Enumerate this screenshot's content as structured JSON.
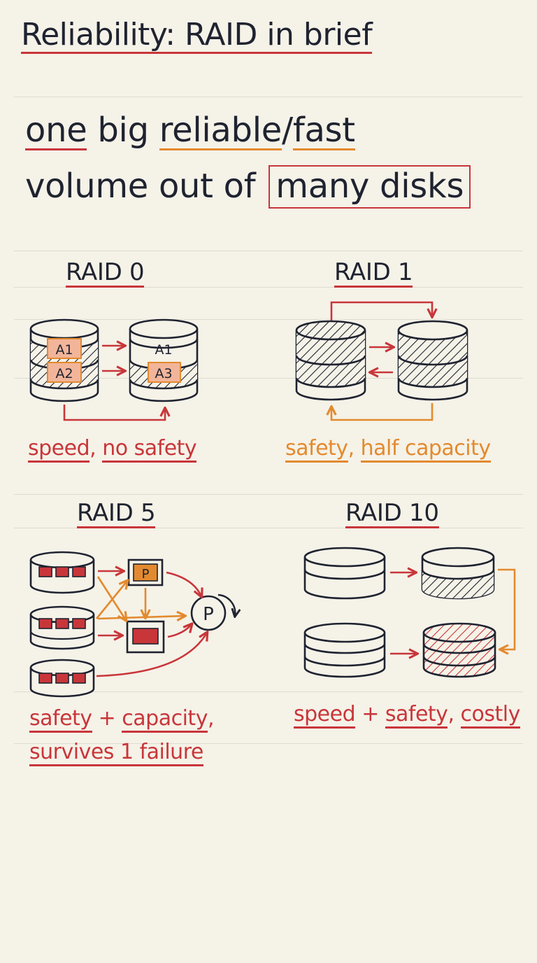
{
  "title": "Reliability: RAID in brief",
  "tagline": {
    "word_one": "one",
    "word_big": "big",
    "word_reliable": "reliable",
    "slash": "/",
    "word_fast": "fast",
    "line2_lead": "volume out of",
    "boxed_phrase": "many disks"
  },
  "panels": {
    "raid0": {
      "title": "RAID 0",
      "blocks": [
        "A1",
        "A2",
        "A1",
        "A3"
      ],
      "caption_a": "speed",
      "caption_sep": ",",
      "caption_b": "no safety"
    },
    "raid1": {
      "title": "RAID 1",
      "caption_a": "safety",
      "caption_sep": ",",
      "caption_b": "half capacity"
    },
    "raid5": {
      "title": "RAID 5",
      "parity_label": "P",
      "parity_badge": "P",
      "caption_l1a": "safety",
      "caption_l1b": "+",
      "caption_l1c": "capacity",
      "caption_l1d": ",",
      "caption_l2": "survives 1 failure"
    },
    "raid10": {
      "title": "RAID 10",
      "caption_a": "speed",
      "caption_b": "+",
      "caption_c": "safety",
      "caption_d": ",",
      "caption_e": "costly"
    }
  },
  "colors": {
    "ink": "#1f2330",
    "red": "#c8363a",
    "orange": "#e38a2e",
    "paper": "#f5f2e8"
  }
}
